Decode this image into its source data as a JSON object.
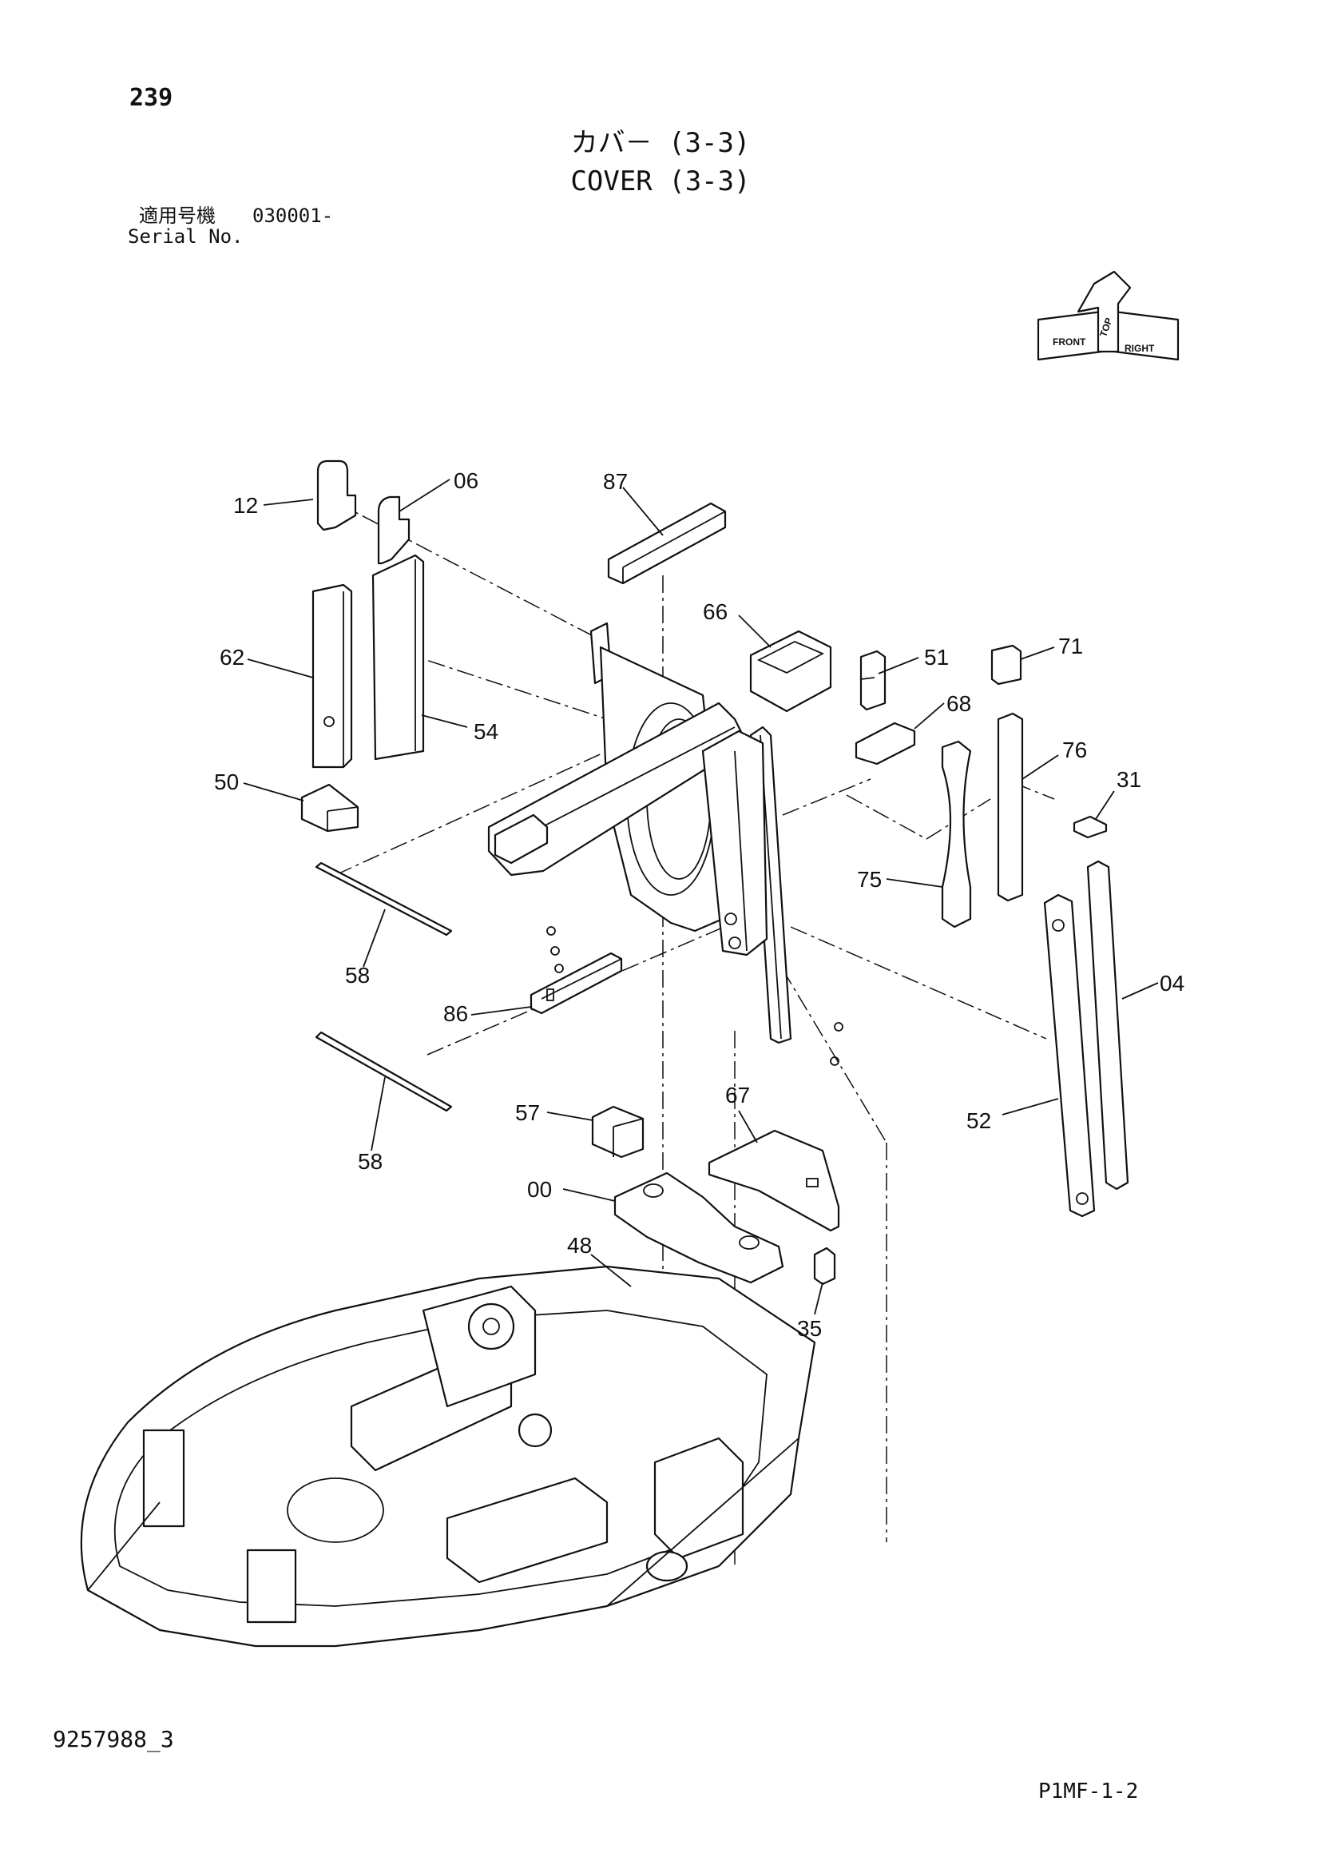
{
  "page_number": "239",
  "title_jp": "カバ－ (3-3)",
  "title_en": "COVER (3-3)",
  "serial": {
    "label_jp": "適用号機",
    "label_en": "Serial No.",
    "value": "030001-"
  },
  "doc_number": "9257988_3",
  "sheet_ref": "P1MF-1-2",
  "direction_indicator": {
    "front": "FRONT",
    "top": "TOP",
    "right": "RIGHT"
  },
  "parts": {
    "p12": "12",
    "p06": "06",
    "p87": "87",
    "p66": "66",
    "p51": "51",
    "p71": "71",
    "p62": "62",
    "p54": "54",
    "p68": "68",
    "p76": "76",
    "p50": "50",
    "p31": "31",
    "p75": "75",
    "p58a": "58",
    "p04": "04",
    "p86": "86",
    "p58b": "58",
    "p52": "52",
    "p67": "67",
    "p57": "57",
    "p00": "00",
    "p48": "48",
    "p35": "35"
  }
}
